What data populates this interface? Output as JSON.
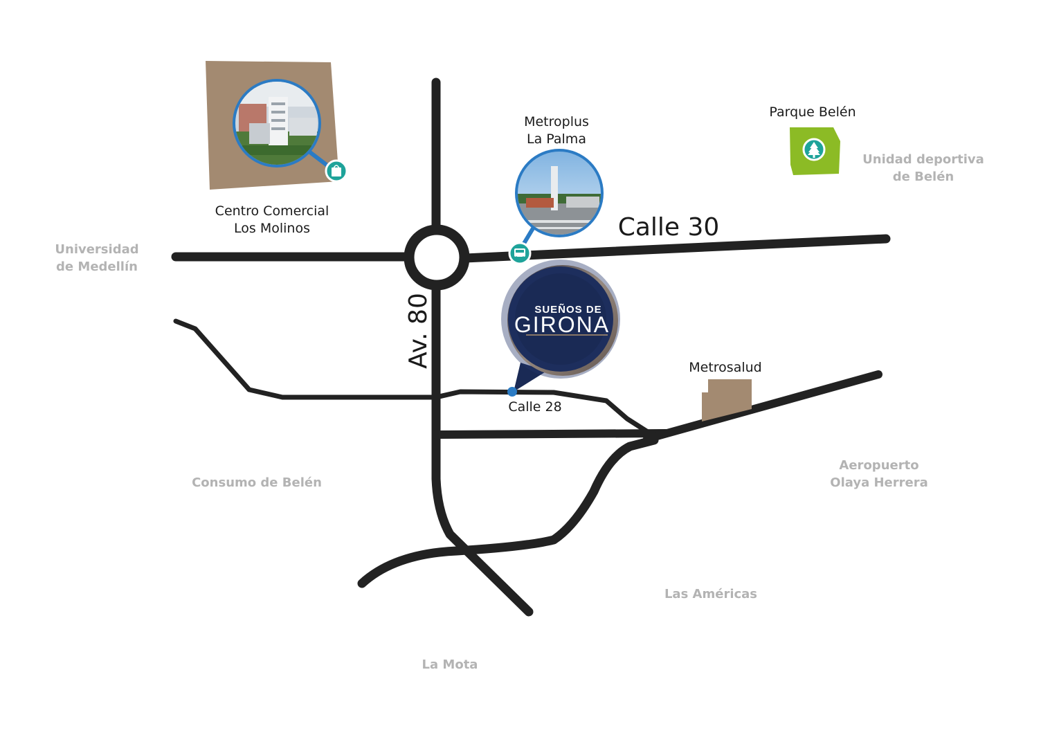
{
  "roads": {
    "calle_30": "Calle 30",
    "av_80": "Av. 80",
    "calle_28": "Calle 28"
  },
  "landmarks": {
    "centro_comercial_line1": "Centro Comercial",
    "centro_comercial_line2": "Los Molinos",
    "metroplus_line1": "Metroplus",
    "metroplus_line2": "La Palma",
    "parque_belen": "Parque Belén",
    "metrosalud": "Metrosalud"
  },
  "neighborhoods": {
    "universidad_line1": "Universidad",
    "universidad_line2": "de Medellín",
    "unidad_line1": "Unidad deportiva",
    "unidad_line2": "de Belén",
    "consumo": "Consumo de Belén",
    "aeropuerto_line1": "Aeropuerto",
    "aeropuerto_line2": "Olaya Herrera",
    "las_americas": "Las Américas",
    "la_mota": "La Mota"
  },
  "project": {
    "logo_top": "SUEÑOS DE",
    "logo_main": "GIRONA"
  },
  "icons": {
    "shopping": "shopping-bag-icon",
    "bus": "bus-icon",
    "tree": "tree-icon",
    "location": "location-pin-icon"
  },
  "colors": {
    "road": "#222222",
    "mall_block": "#a38a71",
    "park_block": "#8cbb25",
    "metrosalud_block": "#a38a71",
    "pin_blue": "#2b7bc4",
    "icon_teal": "#1ea39a",
    "logo_navy": "#1a2a55",
    "logo_gold": "#c9a572",
    "muted_label": "#b3b3b3"
  }
}
